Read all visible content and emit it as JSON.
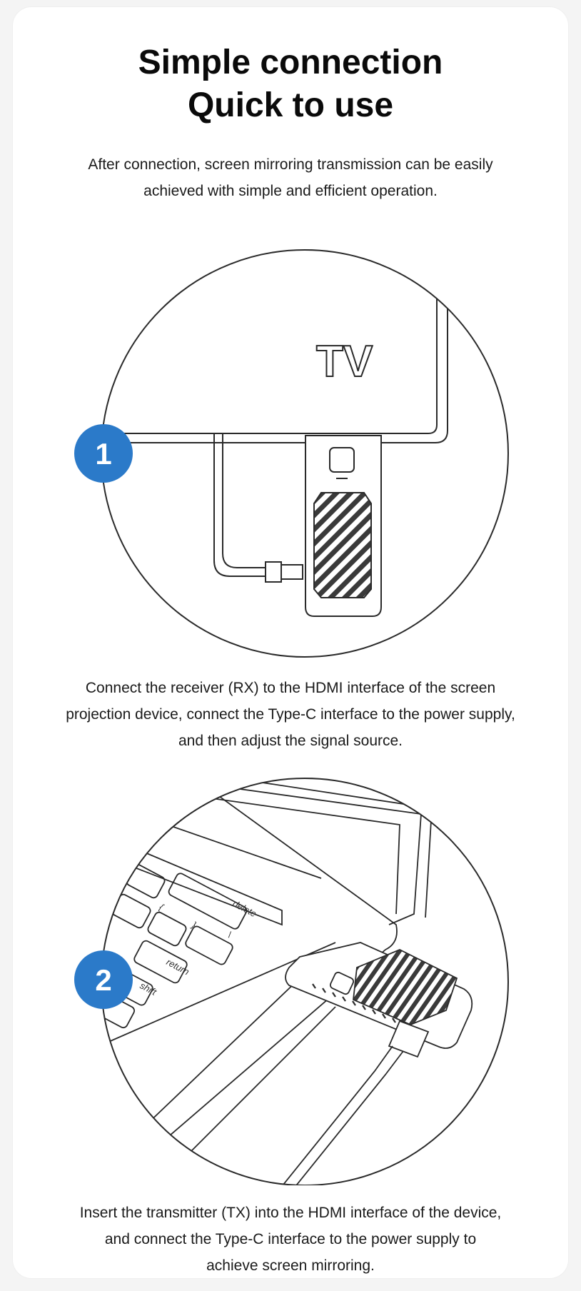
{
  "header": {
    "title_line1": "Simple connection",
    "title_line2": "Quick to use",
    "intro_line1": "After connection, screen mirroring transmission can be easily",
    "intro_line2": "achieved with simple and efficient operation."
  },
  "step1": {
    "number": "1",
    "tv_label": "TV",
    "line1": "Connect the receiver (RX) to the HDMI interface of the screen",
    "line2": "projection device, connect the Type-C interface to the power supply,",
    "line3": "and then adjust the signal source."
  },
  "step2": {
    "number": "2",
    "key_brace_left": "{",
    "key_brace_right": "}",
    "key_backslash": "\\",
    "key_delete": "delete",
    "key_return": "return",
    "key_shift": "shift",
    "line1": "Insert the transmitter (TX) into the HDMI interface of the device,",
    "line2": "and connect the Type-C interface to the power supply to",
    "line3": "achieve screen mirroring."
  },
  "colors": {
    "badge": "#2b7ac9",
    "line": "#2a2a2a",
    "background": "#ffffff"
  }
}
